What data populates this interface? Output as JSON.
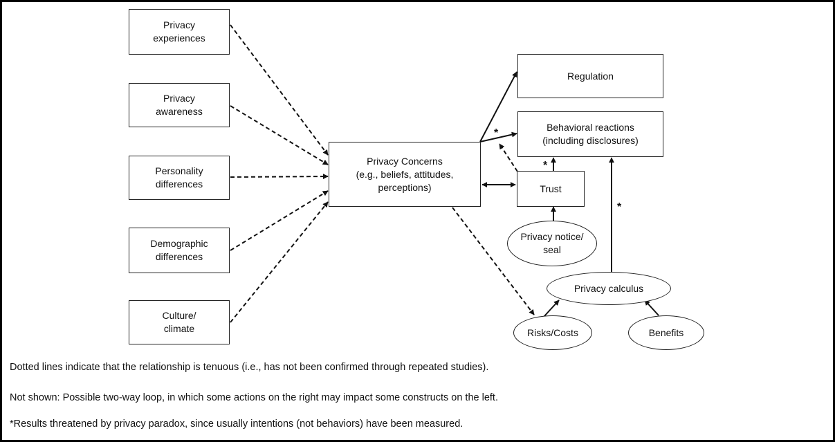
{
  "nodes": {
    "privacy_experiences": "Privacy\nexperiences",
    "privacy_awareness": "Privacy\nawareness",
    "personality_differences": "Personality\ndifferences",
    "demographic_differences": "Demographic\ndifferences",
    "culture_climate": "Culture/\nclimate",
    "privacy_concerns": "Privacy Concerns\n(e.g., beliefs, attitudes,\nperceptions)",
    "regulation": "Regulation",
    "behavioral_reactions": "Behavioral reactions\n(including disclosures)",
    "trust": "Trust",
    "privacy_notice_seal": "Privacy notice/\nseal",
    "privacy_calculus": "Privacy calculus",
    "risks_costs": "Risks/Costs",
    "benefits": "Benefits"
  },
  "markers": {
    "paradox_star": "*"
  },
  "notes": [
    "Dotted lines indicate that the relationship is tenuous (i.e., has not been confirmed through repeated studies).",
    "Not shown:  Possible two-way loop, in which some actions on the right may impact some constructs on the left.",
    "*Results threatened by privacy paradox, since usually intentions (not behaviors) have been measured."
  ]
}
